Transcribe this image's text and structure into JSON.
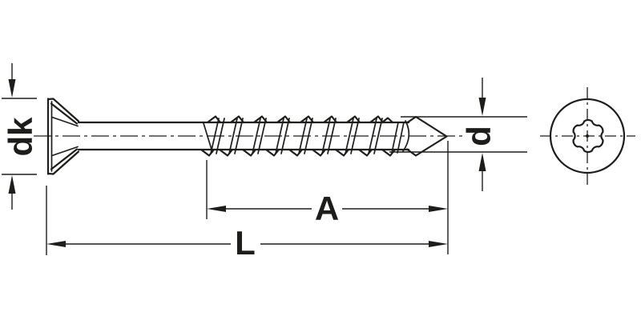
{
  "drawing": {
    "labels": {
      "head_diameter": "dk",
      "thread_diameter": "d",
      "thread_length": "A",
      "total_length": "L"
    },
    "colors": {
      "line": "#1d1d1b",
      "background": "#ffffff"
    }
  }
}
